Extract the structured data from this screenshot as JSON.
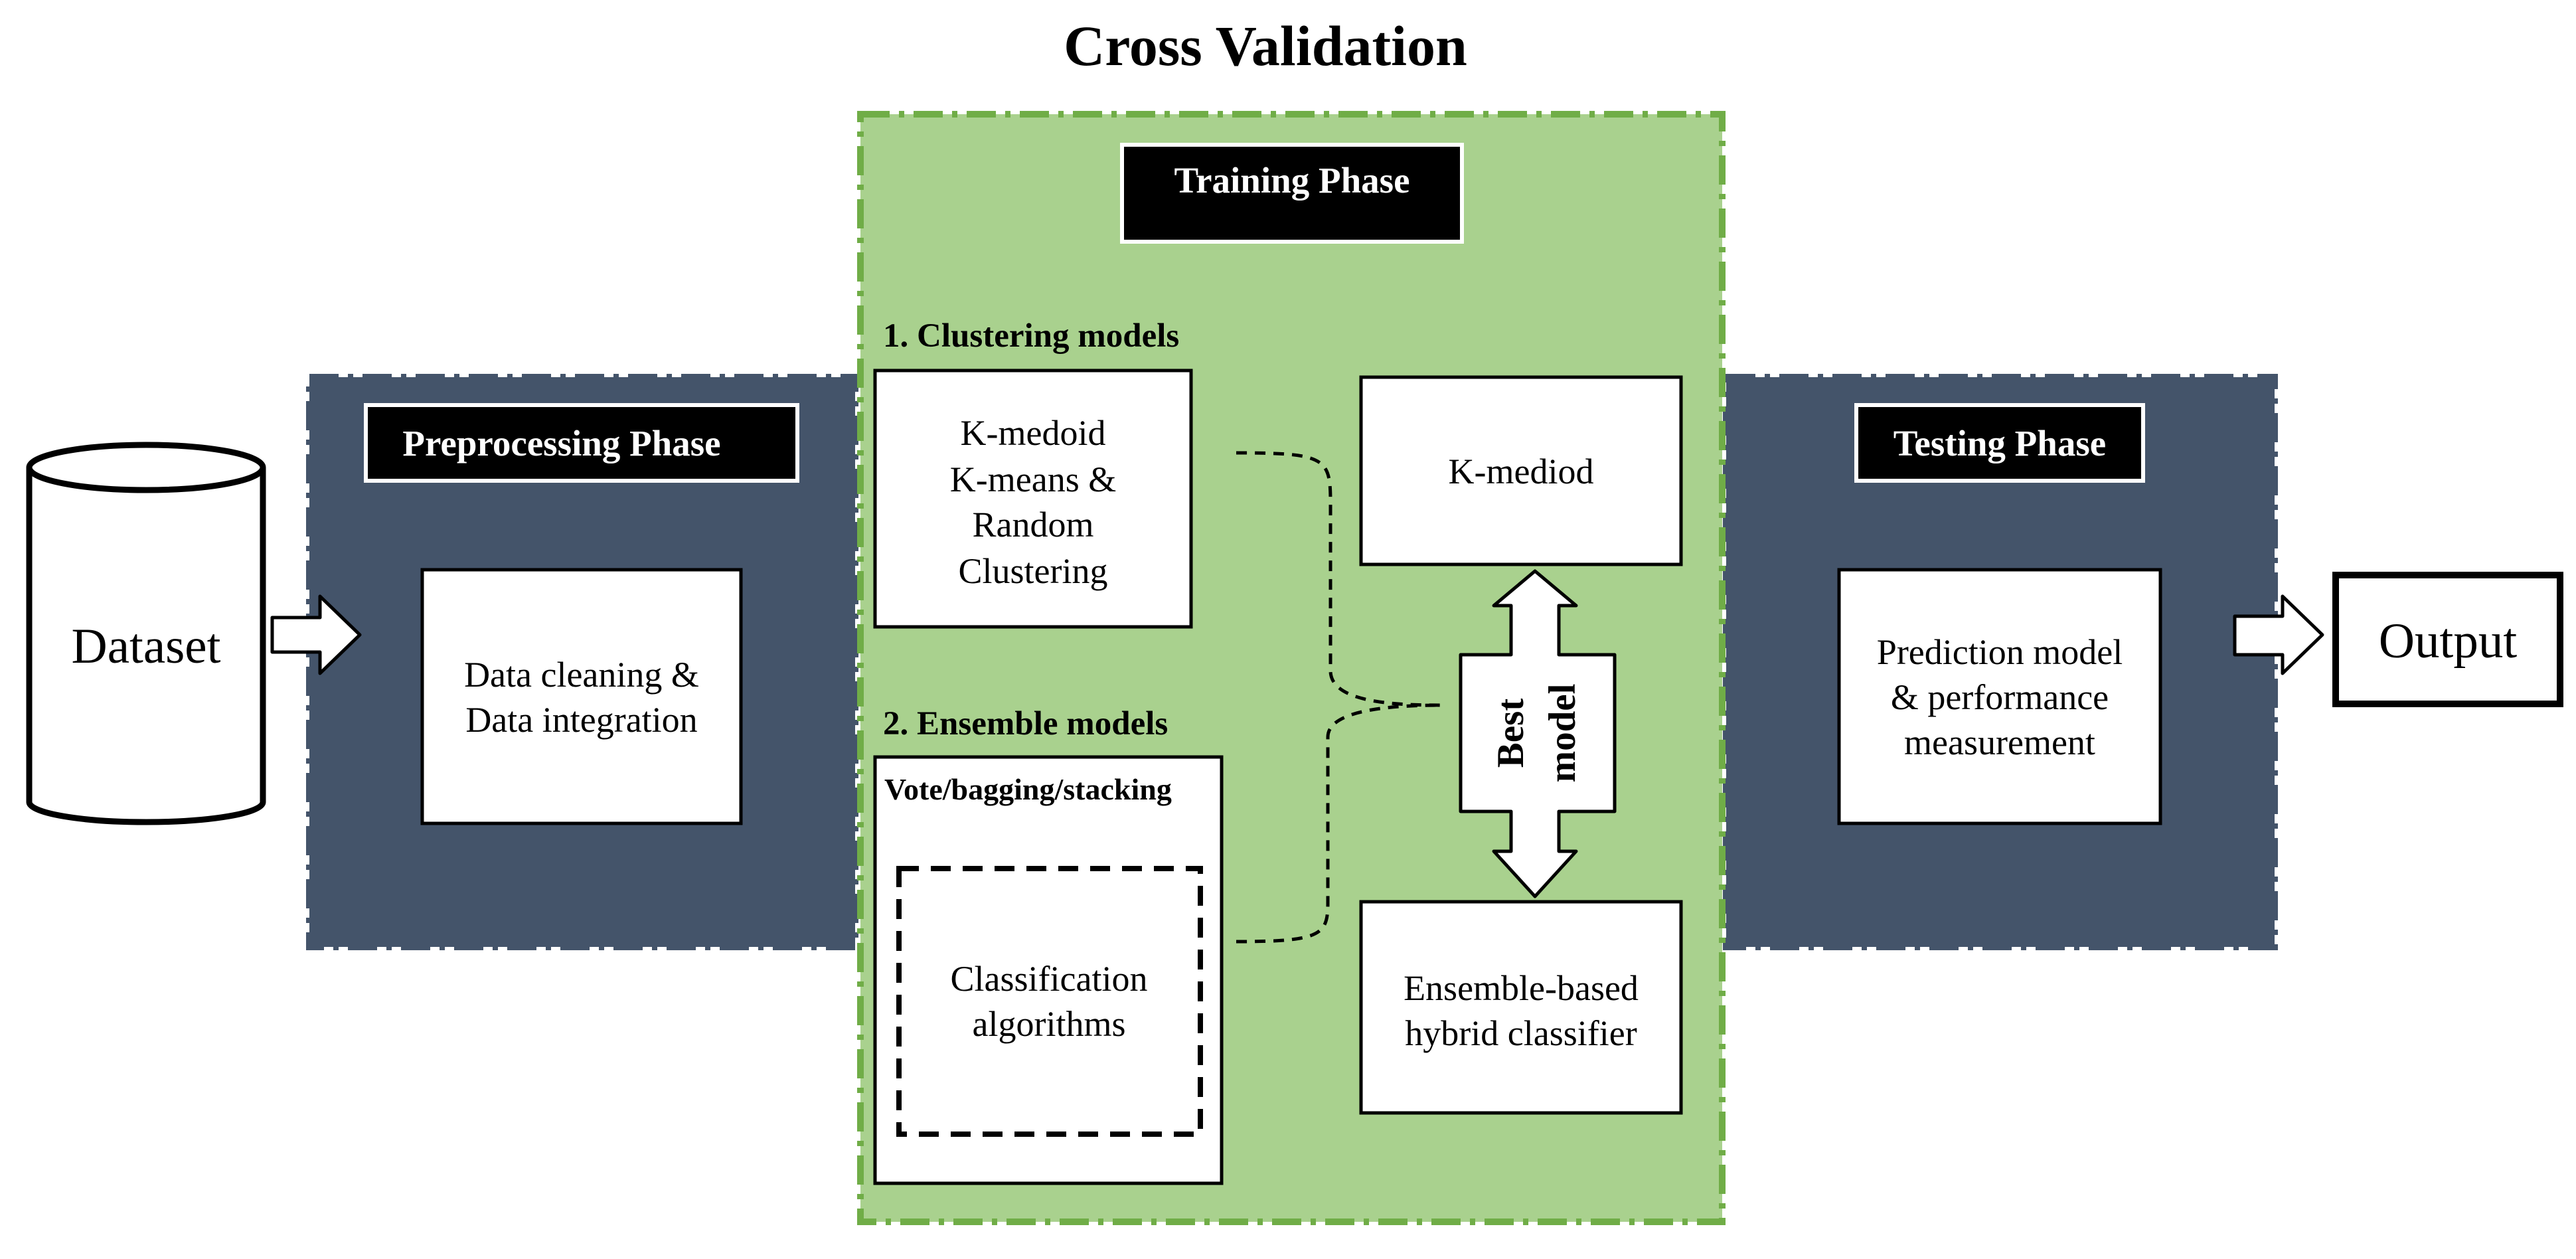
{
  "title": "Cross Validation",
  "dataset": {
    "label": "Dataset"
  },
  "preprocessing": {
    "badge": "Preprocessing Phase",
    "step_line1": "Data cleaning &",
    "step_line2": "Data integration"
  },
  "training": {
    "badge": "Training Phase",
    "clustering_heading": "1. Clustering models",
    "clustering_lines": [
      "K-medoid",
      "K-means &",
      "Random",
      "Clustering"
    ],
    "ensemble_heading": "2. Ensemble models",
    "ensemble_method": "Vote/bagging/stacking",
    "classification_line1": "Classification",
    "classification_line2": "algorithms",
    "kmediod": "K-mediod",
    "best_model_line1": "Best",
    "best_model_line2": "model",
    "hybrid_line1": "Ensemble-based",
    "hybrid_line2": "hybrid classifier"
  },
  "testing": {
    "badge": "Testing Phase",
    "line1": "Prediction model",
    "line2": "& performance",
    "line3": "measurement"
  },
  "output": {
    "label": "Output"
  },
  "colors": {
    "phase_dark": "#44546a",
    "training_fill": "#a9d18e",
    "training_border": "#70ad47",
    "badge_bg": "#000000",
    "box_bg": "#ffffff"
  }
}
